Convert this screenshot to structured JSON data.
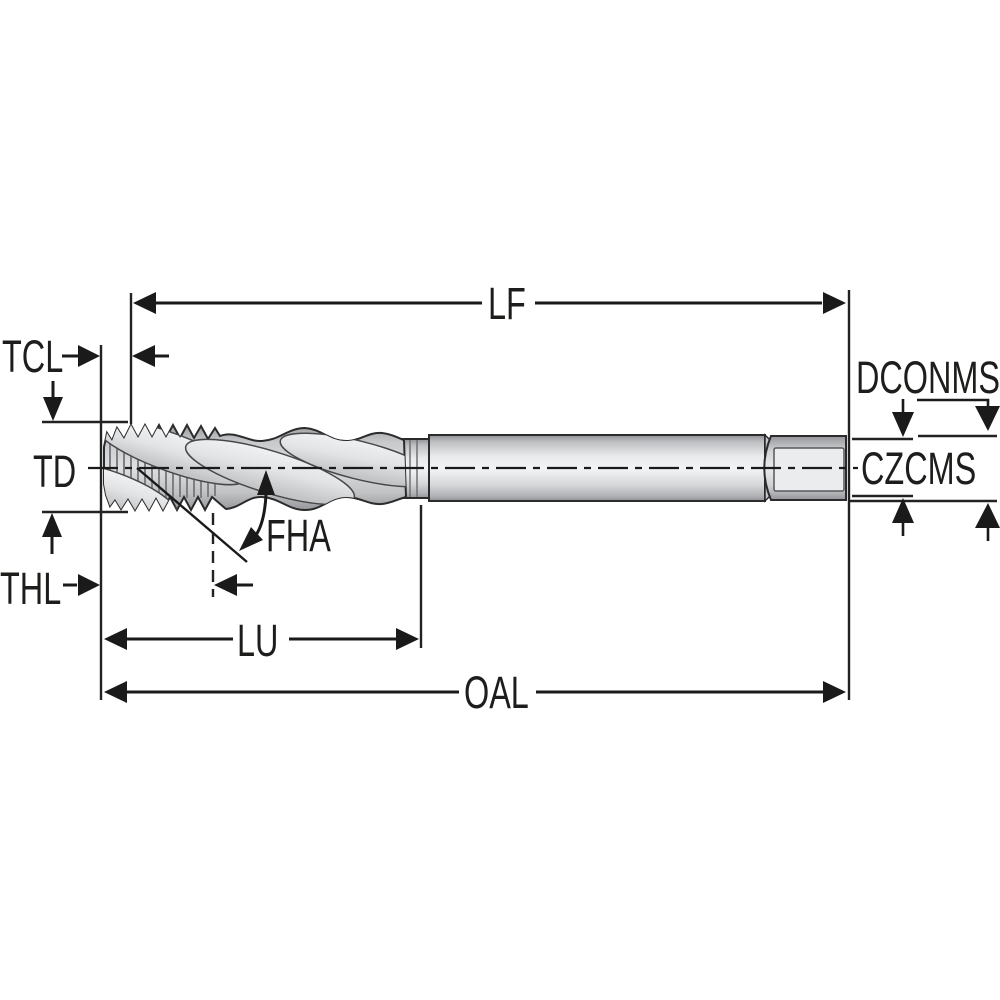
{
  "diagram": {
    "type": "technical-dimension-drawing",
    "subject": "spiral-flute-tap-side-view",
    "labels": {
      "lf": "LF",
      "tcl": "TCL",
      "td": "TD",
      "thl": "THL",
      "fha": "FHA",
      "lu": "LU",
      "oal": "OAL",
      "dconms": "DCONMS",
      "czcms": "CZCMS"
    },
    "colors": {
      "line": "#1a1a1a",
      "text": "#1d1d1b",
      "background": "#ffffff",
      "tool_light": "#f1f2f3",
      "tool_mid": "#d5d6d8",
      "tool_dark": "#97999c"
    }
  }
}
